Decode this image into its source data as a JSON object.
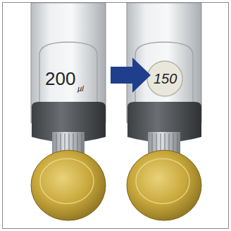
{
  "diagram": {
    "labels": [
      "200",
      "µl",
      "150"
    ]
  }
}
